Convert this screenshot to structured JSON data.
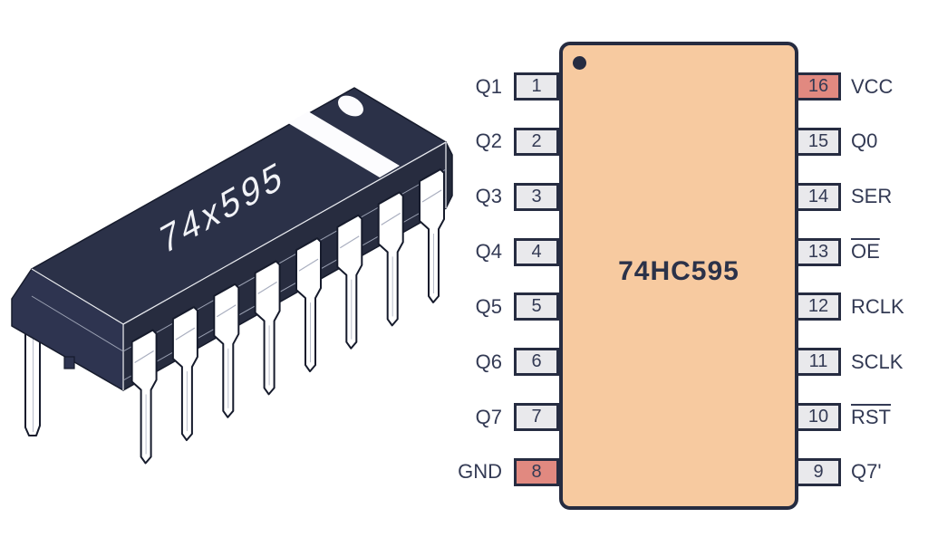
{
  "illustration": {
    "chip_marking": "74x595"
  },
  "pinout": {
    "title": "74HC595",
    "left_pins": [
      {
        "label": "Q1",
        "number": "1"
      },
      {
        "label": "Q2",
        "number": "2"
      },
      {
        "label": "Q3",
        "number": "3"
      },
      {
        "label": "Q4",
        "number": "4"
      },
      {
        "label": "Q5",
        "number": "5"
      },
      {
        "label": "Q6",
        "number": "6"
      },
      {
        "label": "Q7",
        "number": "7"
      },
      {
        "label": "GND",
        "number": "8",
        "power": true
      }
    ],
    "right_pins": [
      {
        "label": "VCC",
        "number": "16",
        "power": true
      },
      {
        "label": "Q0",
        "number": "15"
      },
      {
        "label": "SER",
        "number": "14"
      },
      {
        "label": "OE",
        "number": "13",
        "overline": true
      },
      {
        "label": "RCLK",
        "number": "12"
      },
      {
        "label": "SCLK",
        "number": "11"
      },
      {
        "label": "RST",
        "number": "10",
        "overline": true
      },
      {
        "label": "Q7'",
        "number": "9"
      }
    ],
    "colors": {
      "ic_body_fill": "#F7CAA0",
      "outline": "#262C41",
      "pin_box_fill": "#E9E9EC",
      "power_pin_fill": "#E18980",
      "chip_plastic": "#2B3148",
      "pin_metal": "#FFFFFF"
    }
  }
}
